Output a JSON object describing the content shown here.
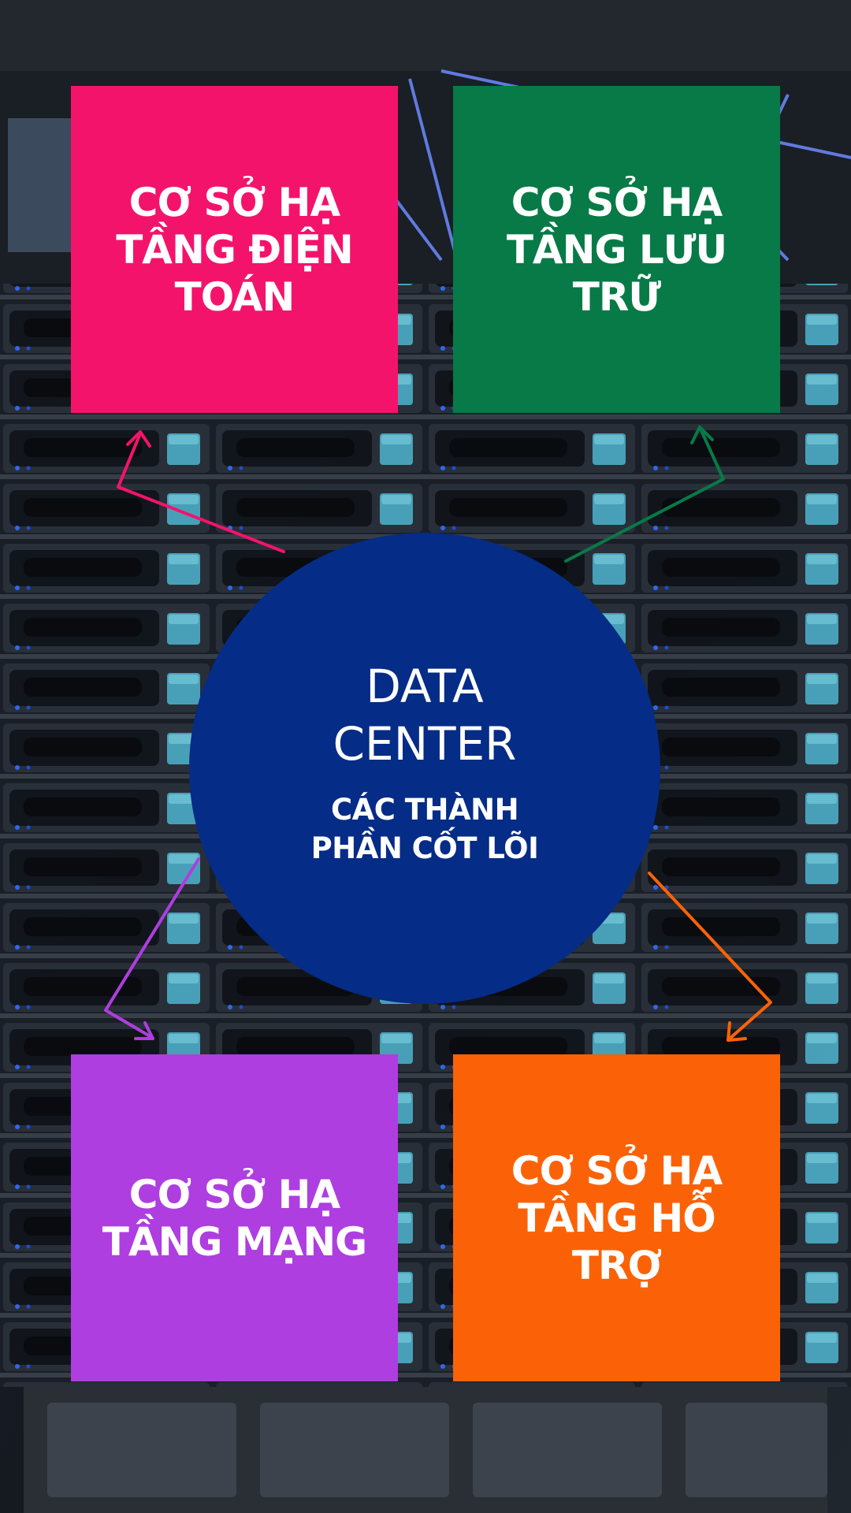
{
  "center": {
    "title": "DATA CENTER",
    "subtitle": "CÁC THÀNH PHẦN CỐT LÕI",
    "color": "#052c86"
  },
  "boxes": {
    "compute": {
      "label": "CƠ SỞ HẠ TẦNG ĐIỆN TOÁN",
      "color": "#f4136b"
    },
    "storage": {
      "label": "CƠ SỞ HẠ TẦNG LƯU TRỮ",
      "color": "#077a47"
    },
    "network": {
      "label": "CƠ SỞ HẠ TẦNG MẠNG",
      "color": "#ae3ee0"
    },
    "support": {
      "label": "CƠ SỞ HẠ TẦNG HỖ TRỢ",
      "color": "#fb6207"
    }
  }
}
